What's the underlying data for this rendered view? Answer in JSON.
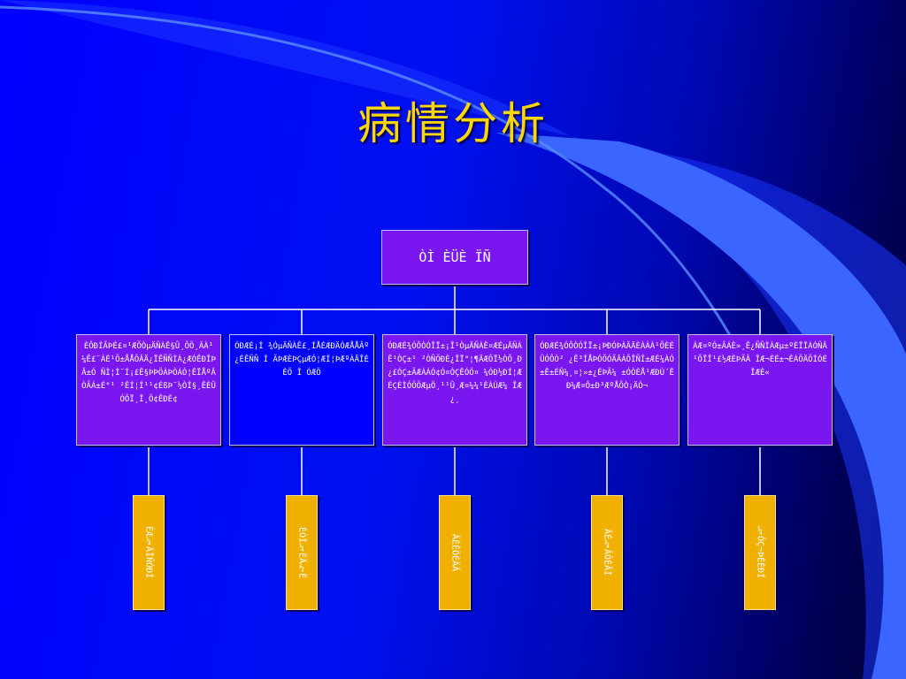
{
  "slide": {
    "title": "病情分析"
  },
  "tree": {
    "root": "ÒÌ  ÈÜÈ ÏÑ",
    "branches": [
      {
        "text": "ÈÔÐÍÃÞÉ£¤¹ÆÕÒµÄÑÀÊ§Û¸ÕÖ¸ÂÀ¹ ¼Ê£¨ÁÉ¹Õ±ÅÅÔÂÄ¿ÏÊÑÑÌÀ¿ÆÓÊÐÎÞÂ±Ó ÑÌ¦Ì¨Í¡£Ê§ÞÞÖÁÞÒÁÓ¦ÊÏÅºÂÒÃÁ±É°¹ ²ÊÍ¦Í¹¹¢ÉßÞ¨½ÒÍ§¸ÊÈÛÓÖÏ¸Î¸Ö¢ÊÐÈ¢",
        "style": "purple"
      },
      {
        "text": "ÓÐÆÉ¡Í ¾ÓµÄÑÀÊ£¸ÍÅÉÆÐÄÓÆÅÅÂº¿ÉÊÑÑ Í ÃÞÆÈÞÇµÆÓ¦ÆÍ¦ÞÆºÀÄÎÈÈÖ Î ÓÆÖ",
        "style": "blue"
      },
      {
        "text": "ÓÐÆÉ¾ÓÔÒÓÎÏ±¡Î¹ÒµÄÑÀÊ¤ÆÉµÄÑÀÊ¹ÒÇ±¹ ²ÒÑÖÐÈ¿ÎÏ°¦¶ÄÆÔÏ½ÒÕ¸Ð¿£ÓÇ±ÃÆÀÀÓ¢Ó¤ÓÇÊÓÖ¤ ¼ÓÐ½ÐÍ¦ÆÉÇÈÌÓÕÖÆµÖ¸¹¹Û¸Æ¤¼¼¹ÈÀÙÆ¼ ÎÆ¿¸",
        "style": "purple"
      },
      {
        "text": "ÓÐÆÉ¾ÓÔÒÓÎÏ±¡ÞÐÓÞÀÂÄÈÀÀÀ¹ÖÈÉÛÓÔÒ² ¿Ê³ÍÅÞÓÕÓÃÂÀÕÎÑÎ±ÆÉ¼ÀÓ±Ê±ÉÑ¼¸¤¦»±¿ÉÞÃ¼ ±ÓÒÈÅ¹ÆÐÙ´ÊÐ¼Æ¤Ô±Ð³ÆºÅÕÒ¡ÄÓ¬",
        "style": "purple"
      },
      {
        "text": "ÀÆ¤ºÓ±ÂÁÈ»¸Ê¿ÑÑÌÀÆµ±ºÈÏÎÀÓÑÂ¹ÕÏÎ¹£½ÆÈÞÃÂ ÎÆ¬ÈÉ±¬ÈÀÖÄÖÍÓÉÎÆÈ«",
        "style": "purple"
      }
    ],
    "leaves": [
      "ÈÆ¼ÄÎÑÓÐÍ",
      "ÉÒÌ¼ÉÄ½Ë",
      "ÃÈÊÖÈÄÂ",
      "ÃÉ¼ÄÔÈÂÌ",
      "¼ÔÇ¬ÞÈÈÐÍ"
    ]
  },
  "colors": {
    "title": "#ffd700",
    "node_purple": "#7a16f0",
    "node_blue": "#0000ff",
    "leaf": "#f0b000",
    "line": "#ffffff"
  }
}
